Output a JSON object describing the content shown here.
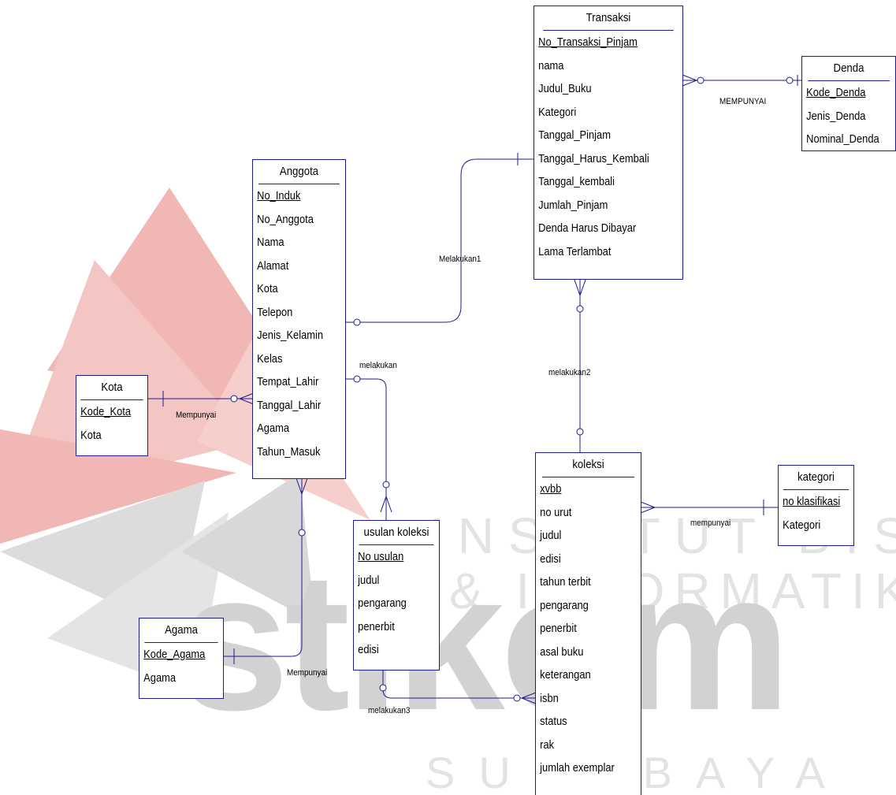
{
  "watermark": {
    "line1": "INSTITUT BISNIS",
    "line2": "& INFORMATIKA",
    "brand": "stikom",
    "city": "SURABAYA",
    "colors": {
      "red": "#f1b7b4",
      "gray": "#d6d6d6",
      "text": "#e3e3e3"
    }
  },
  "entities": {
    "transaksi": {
      "title": "Transaksi",
      "attributes": [
        "No_Transaksi_Pinjam",
        "nama",
        "Judul_Buku",
        "Kategori",
        "Tanggal_Pinjam",
        "Tanggal_Harus_Kembali",
        "Tanggal_kembali",
        "Jumlah_Pinjam",
        "Denda Harus Dibayar",
        "Lama Terlambat"
      ]
    },
    "denda": {
      "title": "Denda",
      "attributes": [
        "Kode_Denda",
        "Jenis_Denda",
        "Nominal_Denda"
      ]
    },
    "anggota": {
      "title": "Anggota",
      "attributes": [
        "No_Induk",
        "No_Anggota",
        "Nama",
        "Alamat",
        "Kota",
        "Telepon",
        "Jenis_Kelamin",
        "Kelas",
        "Tempat_Lahir",
        "Tanggal_Lahir",
        "Agama",
        "Tahun_Masuk"
      ]
    },
    "kota": {
      "title": "Kota",
      "attributes": [
        "Kode_Kota",
        "Kota"
      ]
    },
    "agama": {
      "title": "Agama",
      "attributes": [
        "Kode_Agama",
        "Agama"
      ]
    },
    "usulan": {
      "title": "usulan koleksi",
      "attributes": [
        "No usulan",
        "judul",
        "pengarang",
        "penerbit",
        "edisi"
      ]
    },
    "koleksi": {
      "title": "koleksi",
      "attributes": [
        "xvbb",
        "no urut",
        "judul",
        "edisi",
        "tahun terbit",
        "pengarang",
        "penerbit",
        "asal buku",
        "keterangan",
        "isbn",
        "status",
        "rak",
        "jumlah exemplar"
      ]
    },
    "kategori": {
      "title": "kategori",
      "attributes": [
        "no klasifikasi",
        "Kategori"
      ]
    }
  },
  "relationships": {
    "trans_denda": "MEMPUNYAI",
    "anggota_transaksi": "Melakukan1",
    "anggota_usulan": "melakukan",
    "transaksi_koleksi": "melakukan2",
    "kota_anggota": "Mempunyai",
    "agama_anggota": "Mempunyai",
    "usulan_koleksi": "melakukan3",
    "koleksi_kategori": "mempunyai"
  },
  "colors": {
    "line": "#1b1b8f"
  }
}
